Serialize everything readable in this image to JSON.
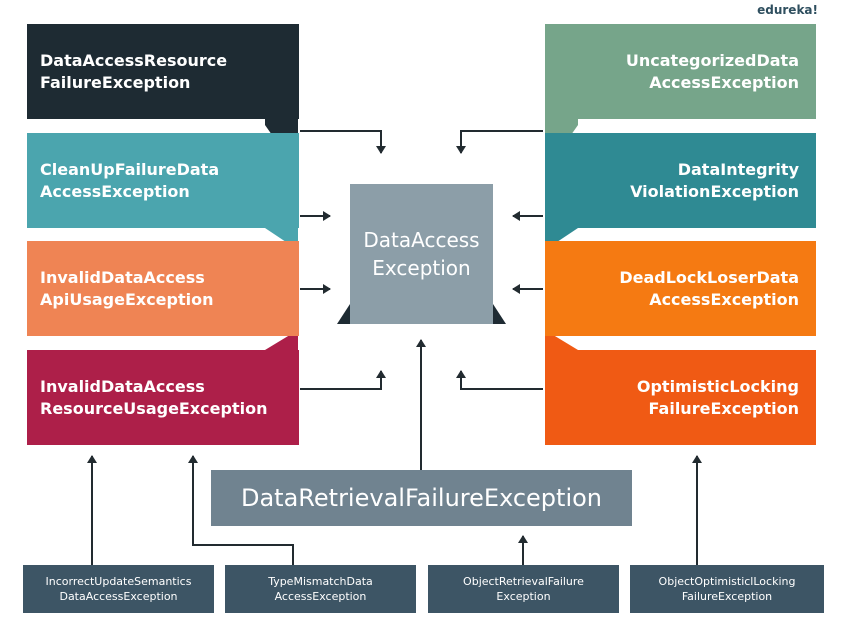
{
  "logo": "edureka!",
  "center": {
    "line1": "DataAccess",
    "line2": "Exception",
    "color": "#8c9ea8"
  },
  "retrieval": {
    "label": "DataRetrievalFailureException",
    "color": "#708390"
  },
  "left_boxes": [
    {
      "line1": "DataAccessResource",
      "line2": "FailureException",
      "color": "#1e2b33"
    },
    {
      "line1": "CleanUpFailureData",
      "line2": "AccessException",
      "color": "#4ba5ae"
    },
    {
      "line1": "InvalidDataAccess",
      "line2": "ApiUsageException",
      "color": "#ef8454"
    },
    {
      "line1": "InvalidDataAccess",
      "line2": "ResourceUsageException",
      "color": "#ad1f49"
    }
  ],
  "right_boxes": [
    {
      "line1": "UncategorizedData",
      "line2": "AccessException",
      "color": "#76a58a"
    },
    {
      "line1": "DataIntegrity",
      "line2": "ViolationException",
      "color": "#2f8a93"
    },
    {
      "line1": "DeadLockLoserData",
      "line2": "AccessException",
      "color": "#f57a12"
    },
    {
      "line1": "OptimisticLocking",
      "line2": "FailureException",
      "color": "#f05a14"
    }
  ],
  "bottom_boxes": [
    {
      "line1": "IncorrectUpdateSemantics",
      "line2": "DataAccessException"
    },
    {
      "line1": "TypeMismatchData",
      "line2": "AccessException"
    },
    {
      "line1": "ObjectRetrievalFailure",
      "line2": "Exception"
    },
    {
      "line1": "ObjectOptimisticlLocking",
      "line2": "FailureException"
    }
  ],
  "colors": {
    "small_box": "#3d5565",
    "arrow": "#222b30"
  }
}
